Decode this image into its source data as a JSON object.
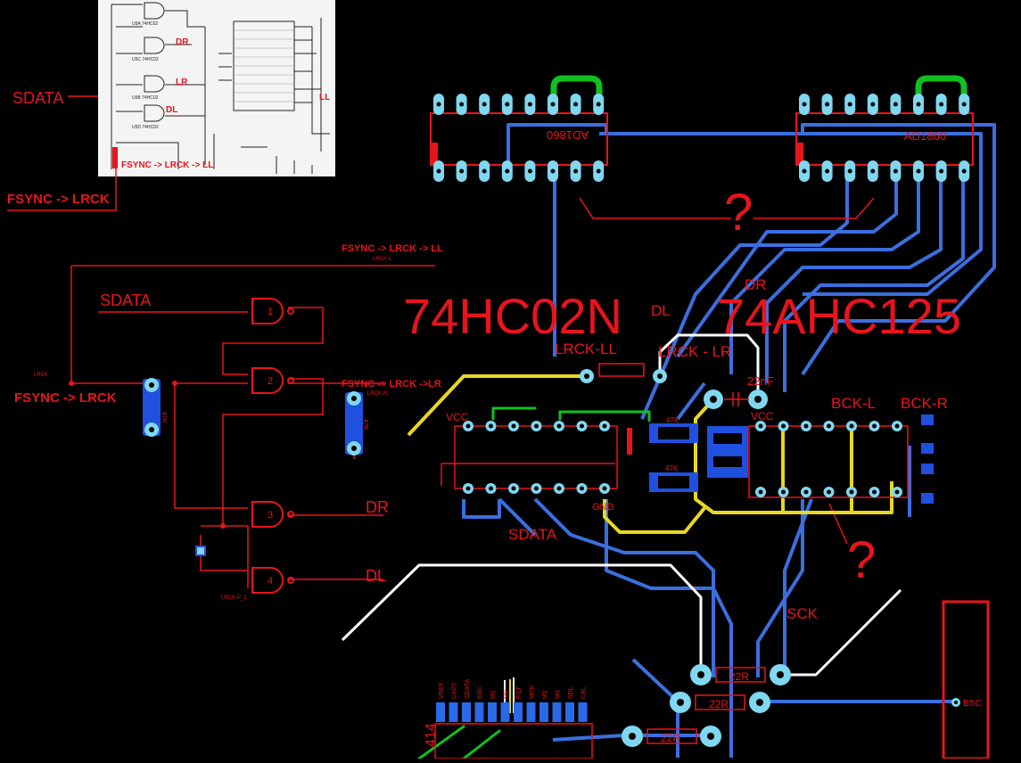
{
  "colors": {
    "background": "#000000",
    "schematic_red": "#e8141c",
    "trace_blue": "#3b6fe0",
    "pad_cyan": "#7fd8f0",
    "jumper_green": "#10c020",
    "jumper_yellow": "#e8d820",
    "jumper_white": "#ffffff",
    "component_blue": "#2050e0",
    "scan_paper": "#f4f4f4"
  },
  "inset": {
    "labels": {
      "dr": "DR",
      "lr": "LR",
      "dl": "DL",
      "ll": "LL",
      "fsync_chain": "FSYNC -> LRCK -> LL"
    },
    "gates": [
      "U5A 74HC02",
      "U5C 74HC02",
      "U5B 74HC02",
      "U5D 74HC02"
    ]
  },
  "schematic": {
    "sdata_inset": "SDATA",
    "fsync_inset": "FSYNC -> LRCK",
    "fsync_ll": "FSYNC -> LRCK -> LL",
    "lrck_l_small": "LRCK-L",
    "sdata": "SDATA",
    "lrck_small": "LRCK",
    "fsync_lrck": "FSYNC -> LRCK",
    "resistor_47k_a": "47K",
    "fsync_lr": "FSYNC -> LRCK ->LR",
    "lrck_r_small": "LRCK-R",
    "resistor_47k_b": "47K",
    "dr": "DR",
    "dl": "DL",
    "lrck_p2": "LRCK-P_2",
    "gate_nums": [
      "1",
      "2",
      "3",
      "4"
    ]
  },
  "pcb": {
    "chip_left": "AD1860",
    "chip_right": "AD1860",
    "question_top": "?",
    "part_74hc02n": "74HC02N",
    "part_74ahc125": "74AHC125",
    "dl": "DL",
    "dr": "DR",
    "lrck_ll": "LRCK-LL",
    "lrck_lr": "LRCK - LR",
    "cap_22nf": "22nF",
    "vcc_left": "VCC",
    "vcc_right": "VCC",
    "gnd": "GND",
    "r47k_top": "47K",
    "r47k_bottom": "47K",
    "bck_l": "BCK-L",
    "bck_r": "BCK-R",
    "sdata": "SDATA",
    "question_bottom": "?",
    "sck": "SCK",
    "r22r_1": "22R",
    "r22r_2": "22R",
    "r22r_3": "22R",
    "bsc": "BSC",
    "ic_414": "414",
    "header_pins": [
      "VREF",
      "CAP2",
      "SDATA",
      "ERF",
      "M1",
      "M0",
      "FILT",
      "MCK",
      "M2",
      "M3",
      "SDL",
      "CBL"
    ]
  }
}
